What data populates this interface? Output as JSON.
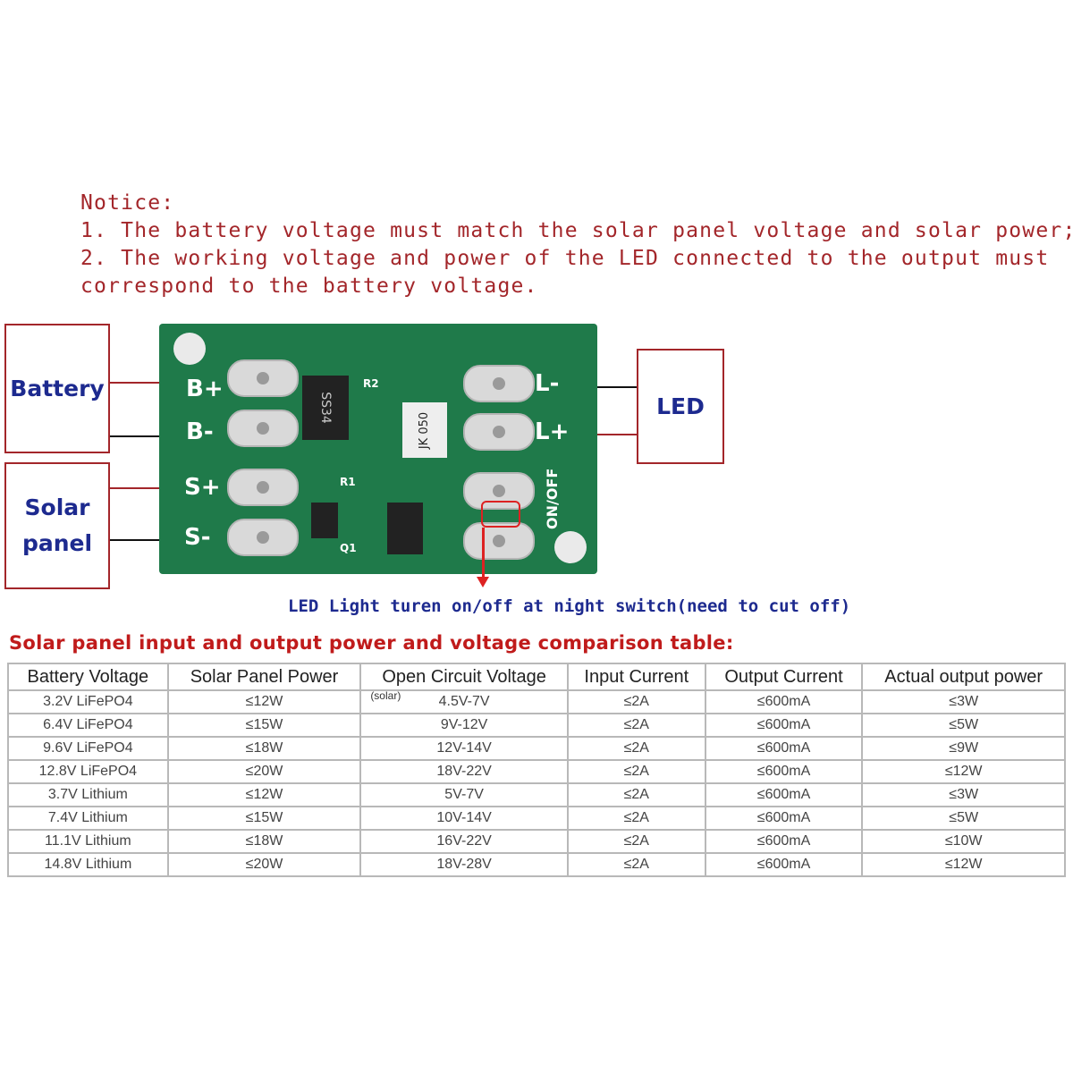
{
  "notice": {
    "title": "Notice:",
    "line1": "1. The battery voltage must match the solar panel voltage and solar power;",
    "line2": "2. The working voltage and power of the LED connected to the output must",
    "line3": "correspond to the battery voltage."
  },
  "diagram": {
    "battery_label": "Battery",
    "solar_label_1": "Solar",
    "solar_label_2": "panel",
    "led_label": "LED",
    "pins": {
      "bplus": "B+",
      "bminus": "B-",
      "splus": "S+",
      "sminus": "S-",
      "lminus": "L-",
      "lplus": "L+"
    },
    "switch_label": "ON/OFF",
    "chip_label": "SS34",
    "chip2_label": "JK 050",
    "r2": "R2",
    "r1": "R1",
    "q1": "Q1",
    "caption": "LED Light turen on/off at night switch(need to cut off)",
    "colors": {
      "pcb": "#1f7a4a",
      "frame": "#a3262a",
      "label": "#1d2a8f"
    }
  },
  "table": {
    "title": "Solar panel input and output power and voltage comparison table:",
    "headers": [
      "Battery Voltage",
      "Solar Panel Power",
      "Open Circuit Voltage",
      "Input Current",
      "Output Current",
      "Actual output power"
    ],
    "solar_note": "(solar)",
    "rows": [
      [
        "3.2V LiFePO4",
        "≤12W",
        "4.5V-7V",
        "≤2A",
        "≤600mA",
        "≤3W"
      ],
      [
        "6.4V LiFePO4",
        "≤15W",
        "9V-12V",
        "≤2A",
        "≤600mA",
        "≤5W"
      ],
      [
        "9.6V LiFePO4",
        "≤18W",
        "12V-14V",
        "≤2A",
        "≤600mA",
        "≤9W"
      ],
      [
        "12.8V LiFePO4",
        "≤20W",
        "18V-22V",
        "≤2A",
        "≤600mA",
        "≤12W"
      ],
      [
        "3.7V Lithium",
        "≤12W",
        "5V-7V",
        "≤2A",
        "≤600mA",
        "≤3W"
      ],
      [
        "7.4V Lithium",
        "≤15W",
        "10V-14V",
        "≤2A",
        "≤600mA",
        "≤5W"
      ],
      [
        "11.1V Lithium",
        "≤18W",
        "16V-22V",
        "≤2A",
        "≤600mA",
        "≤10W"
      ],
      [
        "14.8V Lithium",
        "≤20W",
        "18V-28V",
        "≤2A",
        "≤600mA",
        "≤12W"
      ]
    ]
  }
}
